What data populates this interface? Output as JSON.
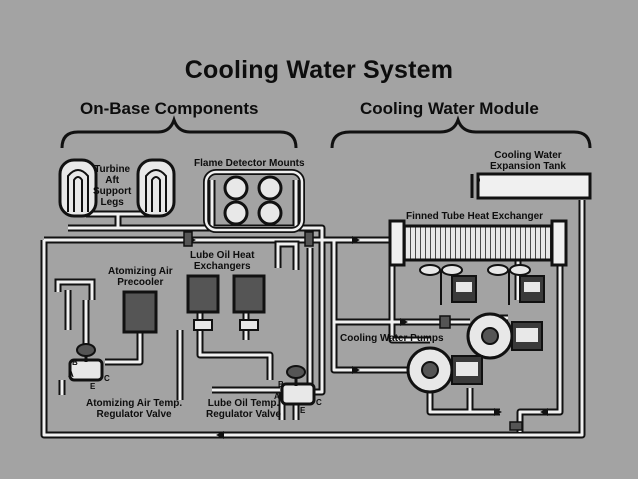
{
  "title": "Cooling Water System",
  "sections": {
    "on_base": "On-Base Components",
    "module": "Cooling Water Module"
  },
  "labels": {
    "turbine_legs": "Turbine\nAft\nSupport\nLegs",
    "flame_detector": "Flame Detector Mounts",
    "expansion_tank": "Cooling Water\nExpansion Tank",
    "heat_exchanger": "Finned Tube Heat Exchanger",
    "lube_oil_hx": "Lube Oil Heat\nExchangers",
    "air_precooler": "Atomizing Air\nPrecooler",
    "pumps": "Cooling Water Pumps",
    "air_valve": "Atomizing Air Temp.\nRegulator Valve",
    "lube_valve": "Lube Oil Temp.\nRegulator Valve"
  },
  "valve_ports": {
    "left": [
      "B",
      "A",
      "E",
      "C"
    ],
    "right": [
      "B",
      "A",
      "E",
      "C"
    ]
  },
  "colors": {
    "background": "#a3a3a3",
    "pipe": "#f0f0f0",
    "outline": "#111111",
    "equipment": "#555555"
  }
}
